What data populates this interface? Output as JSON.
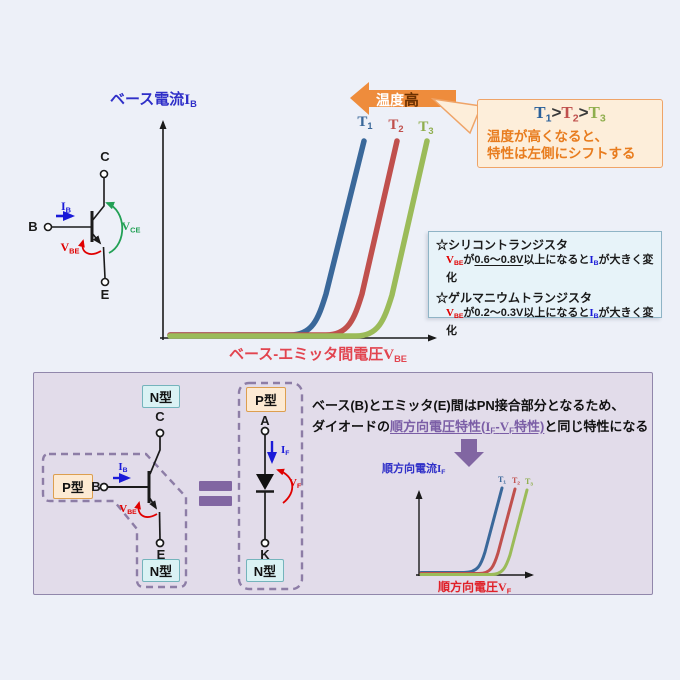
{
  "page": {
    "background": "#edf0f8"
  },
  "colors": {
    "curve_t1": "#3a689a",
    "curve_t2": "#c0504d",
    "curve_t3": "#9bbb59",
    "axis_label_blue": "#2f2fc8",
    "axis_label_red": "#e2444f",
    "accent_orange": "#ee8c3c",
    "callout_text_orange": "#e87c1e",
    "purple": "#8166a2",
    "note_link_purple": "#7b5ea6",
    "red_symbol": "#e00000",
    "blue_symbol": "#1a1ad8",
    "green_symbol": "#22a055"
  },
  "top_section": {
    "y_axis_label": {
      "text": "ベース電流",
      "sym": "I",
      "sub": "B"
    },
    "x_axis_label": {
      "text": "ベース-エミッタ間電圧",
      "sym": "V",
      "sub": "BE"
    },
    "curve_labels": [
      {
        "sym": "T",
        "sub": "1"
      },
      {
        "sym": "T",
        "sub": "2"
      },
      {
        "sym": "T",
        "sub": "3"
      }
    ],
    "temp_arrow": {
      "white_part": "温度",
      "dark_part": "高"
    },
    "callout": {
      "t1": "T",
      "s1": "1",
      "gt1": ">",
      "t2": "T",
      "s2": "2",
      "gt2": ">",
      "t3": "T",
      "s3": "3",
      "line1": "温度が高くなると、",
      "line2": "特性は左側にシフトする"
    },
    "info_box": {
      "si_title": "☆シリコントランジスタ",
      "si": {
        "v": "V",
        "vsub": "BE",
        "ga": "が",
        "range": "0.6～0.8V",
        "mid": "以上になると",
        "i": "I",
        "isub": "B",
        "tail": "が大きく変化"
      },
      "ge_title": "☆ゲルマニウムトランジスタ",
      "ge": {
        "v": "V",
        "vsub": "BE",
        "ga": "が",
        "range": "0.2～0.3V",
        "mid": "以上になると",
        "i": "I",
        "isub": "B",
        "tail": "が大きく変化"
      }
    },
    "transistor": {
      "c": "C",
      "b": "B",
      "e": "E",
      "ib": "I",
      "ib_sub": "B",
      "vbe": "V",
      "vbe_sub": "BE",
      "vce": "V",
      "vce_sub": "CE"
    }
  },
  "bottom_panel": {
    "npn": {
      "top_type": "N型",
      "base_type": "P型",
      "bottom_type": "N型",
      "c": "C",
      "b": "B",
      "e": "E",
      "ib": "I",
      "ib_sub": "B",
      "vbe": "V",
      "vbe_sub": "BE"
    },
    "diode": {
      "top_type": "P型",
      "bottom_type": "N型",
      "a": "A",
      "k": "K",
      "if": "I",
      "if_sub": "F",
      "vf": "V",
      "vf_sub": "F"
    },
    "note": {
      "line1": "ベース(B)とエミッタ(E)間はPN接合部分となるため、",
      "line2_pre": "ダイオードの",
      "link_a": "順方向電圧特性(",
      "link_i": "I",
      "link_isub": "F",
      "link_dash": "-",
      "link_v": "V",
      "link_vsub": "F",
      "link_b": "特性)",
      "line2_post": "と同じ特性になる"
    },
    "mini_chart": {
      "y_label": {
        "text": "順方向電流",
        "sym": "I",
        "sub": "F"
      },
      "x_label": {
        "text": "順方向電圧",
        "sym": "V",
        "sub": "F"
      },
      "curve_labels": [
        {
          "sym": "T",
          "sub": "1"
        },
        {
          "sym": "T",
          "sub": "2"
        },
        {
          "sym": "T",
          "sub": "3"
        }
      ]
    }
  },
  "chart_data": [
    {
      "type": "line",
      "title": "",
      "xlabel": "ベース-エミッタ間電圧VBE",
      "ylabel": "ベース電流IB",
      "axis_ticks": "none (qualitative characteristic curves)",
      "legend_position": "labels at curve tops",
      "series": [
        {
          "name": "T1",
          "color": "#3a689a",
          "knee_position": "leftmost",
          "shape": "flat near zero, then steep exponential rise"
        },
        {
          "name": "T2",
          "color": "#c0504d",
          "knee_position": "middle",
          "shape": "flat near zero, then steep exponential rise"
        },
        {
          "name": "T3",
          "color": "#9bbb59",
          "knee_position": "rightmost",
          "shape": "flat near zero, then steep exponential rise"
        }
      ],
      "annotations": [
        "温度高 (orange arrow pointing left)",
        "T1>T2>T3 温度が高くなると、特性は左側にシフトする",
        "☆シリコントランジスタ VBEが0.6～0.8V以上になるとIBが大きく変化",
        "☆ゲルマニウムトランジスタ VBEが0.2～0.3V以上になるとIBが大きく変化"
      ]
    },
    {
      "type": "line",
      "title": "",
      "xlabel": "順方向電圧VF",
      "ylabel": "順方向電流IF",
      "axis_ticks": "none (qualitative characteristic curves)",
      "series": [
        {
          "name": "T1",
          "color": "#3a689a",
          "knee_position": "leftmost"
        },
        {
          "name": "T2",
          "color": "#c0504d",
          "knee_position": "middle"
        },
        {
          "name": "T3",
          "color": "#9bbb59",
          "knee_position": "rightmost"
        }
      ]
    }
  ]
}
